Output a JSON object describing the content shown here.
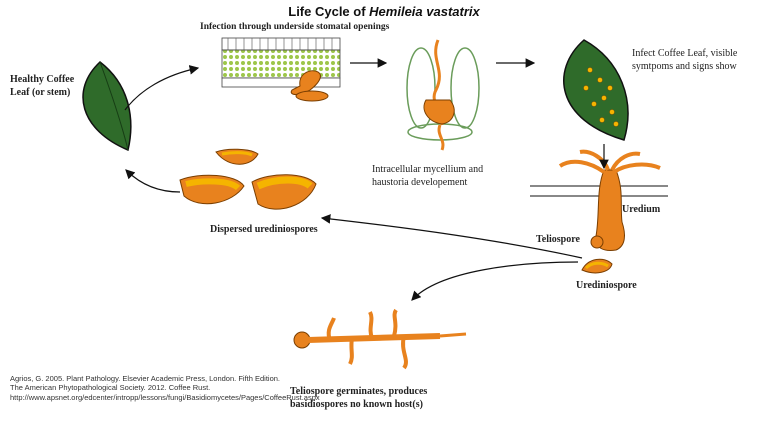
{
  "title": {
    "prefix": "Life Cycle of ",
    "species": "Hemileia vastatrix"
  },
  "stages": {
    "healthy_leaf": "Healthy Coffee Leaf (or stem)",
    "infection": "Infection through underside stomatal openings",
    "intracellular": "Intracellular mycellium and haustoria developement",
    "infect_leaf": "Infect Coffee Leaf, visible symtpoms and signs show",
    "uredium": "Uredium",
    "teliospore": "Teliospore",
    "urediniospore": "Urediniospore",
    "dispersed": "Dispersed urediniospores",
    "germinates": "Teliospore germinates, produces basidiospores no known host(s)"
  },
  "references": [
    "Agrios, G. 2005. Plant Pathology. Elsevier Academic Press, London. Fifth Edition.",
    "The American Phytopathological Society. 2012. Coffee Rust.",
    "http://www.apsnet.org/edcenter/intropp/lessons/fungi/Basidiomycetes/Pages/CoffeeRust.aspx"
  ],
  "colors": {
    "leaf": "#2f6b2a",
    "leaf_dark": "#163d14",
    "spore": "#e8821e",
    "spore_inner": "#f5b400",
    "tissue": "#9dc64a"
  }
}
